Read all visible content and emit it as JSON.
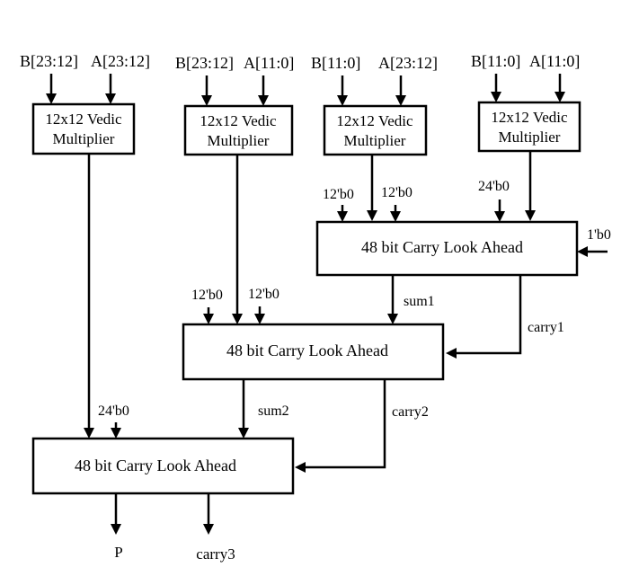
{
  "inputs": {
    "m1_b": "B[23:12]",
    "m1_a": "A[23:12]",
    "m2_b": "B[23:12]",
    "m2_a": "A[11:0]",
    "m3_b": "B[11:0]",
    "m3_a": "A[23:12]",
    "m4_b": "B[11:0]",
    "m4_a": "A[11:0]"
  },
  "multipliers": [
    {
      "line1": "12x12 Vedic",
      "line2": "Multiplier"
    },
    {
      "line1": "12x12 Vedic",
      "line2": "Multiplier"
    },
    {
      "line1": "12x12 Vedic",
      "line2": "Multiplier"
    },
    {
      "line1": "12x12 Vedic",
      "line2": "Multiplier"
    }
  ],
  "adders": {
    "cla1": "48 bit Carry Look Ahead",
    "cla2": "48 bit Carry Look Ahead",
    "cla3": "48  bit Carry Look Ahead"
  },
  "labels": {
    "cla1_pad_a": "12'b0",
    "cla1_pad_b": "12'b0",
    "cla1_pad_c": "24'b0",
    "cla1_carry_in": "1'b0",
    "sum1": "sum1",
    "carry1": "carry1",
    "cla2_pad_a": "12'b0",
    "cla2_pad_b": "12'b0",
    "sum2": "sum2",
    "carry2": "carry2",
    "cla3_pad": "24'b0"
  },
  "outputs": {
    "product": "P",
    "carry_out": "carry3"
  }
}
